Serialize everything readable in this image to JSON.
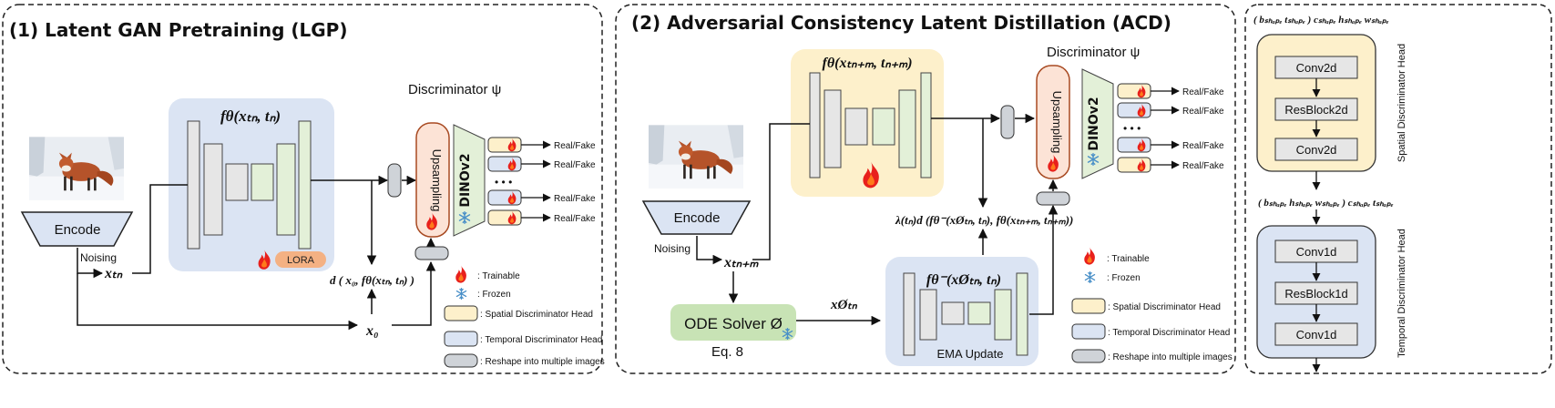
{
  "panel1": {
    "title": "(1) Latent GAN Pretraining (LGP)",
    "encode": "Encode",
    "noising": "Noising",
    "x_tn": "xₜₙ",
    "x0": "x₀",
    "f_label": "fθ(xₜₙ, tₙ)",
    "lora": "LORA",
    "loss": "d ( x₀, fθ(xₜₙ, tₙ) )",
    "discriminator": "Discriminator ψ",
    "upsampling": "Upsampling",
    "dino": "DINOv2",
    "dots": "• • •",
    "outputs": [
      "Real/Fake",
      "Real/Fake",
      "Real/Fake",
      "Real/Fake"
    ]
  },
  "panel2": {
    "title": "(2) Adversarial Consistency Latent Distillation (ACD)",
    "encode": "Encode",
    "noising": "Noising",
    "x_tnm": "xₜₙ₊ₘ",
    "f_label": "fθ(xₜₙ₊ₘ, tₙ₊ₘ)",
    "ode": "ODE Solver Ø",
    "eq": "Eq. 8",
    "x_phi": "xØₜₙ",
    "ema_label": "fθ⁻(xØₜₙ, tₙ)",
    "ema_update": "EMA Update",
    "loss": "λ(tₙ)d (fθ⁻(xØₜₙ, tₙ), fθ(xₜₙ₊ₘ, tₙ₊ₘ))",
    "discriminator": "Discriminator ψ",
    "upsampling": "Upsampling",
    "dino": "DINOv2",
    "dots": "• • •",
    "outputs": [
      "Real/Fake",
      "Real/Fake",
      "Real/Fake",
      "Real/Fake"
    ]
  },
  "legend1": [
    ": Trainable",
    ": Frozen",
    ": Spatial Discriminator Head",
    ": Temporal Discriminator Head",
    ": Reshape into multiple images"
  ],
  "legend2": [
    ": Trainable",
    ": Frozen",
    ": Spatial Discriminator Head",
    ": Temporal Discriminator Head",
    ": Reshape into multiple images"
  ],
  "panel3": {
    "reshape1": "( bₛₕₐₚₑ tₛₕₐₚₑ ) cₛₕₐₚₑ hₛₕₐₚₑ wₛₕₐₚₑ",
    "reshape2": "( bₛₕₐₚₑ hₛₕₐₚₑ wₛₕₐₚₑ ) cₛₕₐₚₑ tₛₕₐₚₑ",
    "spatial_layers": [
      "Conv2d",
      "ResBlock2d",
      "Conv2d"
    ],
    "temporal_layers": [
      "Conv1d",
      "ResBlock1d",
      "Conv1d"
    ],
    "spatial_label": "Spatial Discriminator Head",
    "temporal_label": "Temporal Discriminator Head"
  },
  "colors": {
    "blue_panel": "#dbe4f3",
    "yellow_panel": "#fdf0cb",
    "green_layer": "#e3f0d8",
    "gray_layer": "#e6e6e6",
    "upsampling": "#fce3d6",
    "ode": "#c8e3b5",
    "lora": "#f4b183",
    "flame": "#e8201c",
    "snow": "#4a90c8"
  },
  "icons": {
    "trainable": "flame-icon",
    "frozen": "snowflake-icon"
  }
}
